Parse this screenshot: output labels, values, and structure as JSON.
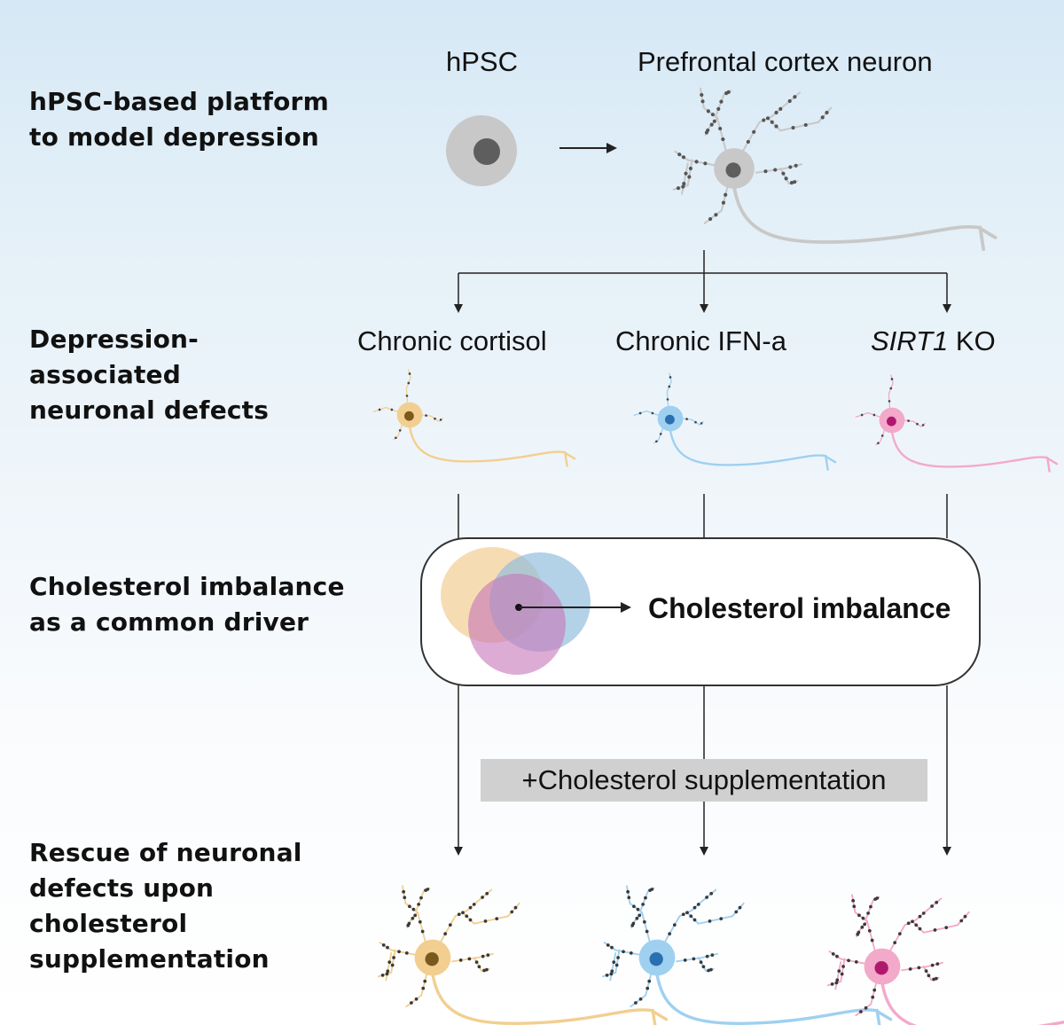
{
  "rows": [
    {
      "id": "platform",
      "label": "hPSC-based platform\nto model depression"
    },
    {
      "id": "defects",
      "label": "Depression-\nassociated\nneuronal defects"
    },
    {
      "id": "driver",
      "label": "Cholesterol imbalance\nas a common driver"
    },
    {
      "id": "rescue",
      "label": "Rescue of neuronal\ndefects upon\ncholesterol\nsupplementation"
    }
  ],
  "top": {
    "stem_cell_label": "hPSC",
    "neuron_label": "Prefrontal cortex neuron"
  },
  "conditions": [
    {
      "label": "Chronic cortisol",
      "gene": "",
      "suffix": "",
      "color": "#f2cf90",
      "nucleus": "#7a5a1c"
    },
    {
      "label": "Chronic IFN-a",
      "gene": "",
      "suffix": "",
      "color": "#9fd0f0",
      "nucleus": "#2a6fb0"
    },
    {
      "label": "",
      "gene": "SIRT1",
      "suffix": " KO",
      "color": "#f3a9c9",
      "nucleus": "#b0186e"
    }
  ],
  "convergence": {
    "label": "Cholesterol imbalance",
    "venn_colors": [
      "#f5d6a6",
      "#93bedd",
      "#c775b8"
    ]
  },
  "treatment": {
    "label": "+Cholesterol supplementation"
  },
  "colors": {
    "neutral_cell": "#c8c8c8",
    "neutral_nucleus": "#5e5e5e",
    "arrow": "#222222",
    "treatment_box": "#d0d0d0"
  }
}
